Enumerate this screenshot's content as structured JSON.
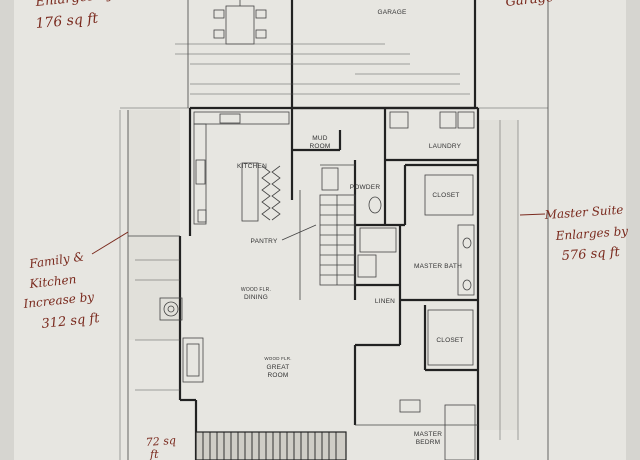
{
  "rooms": {
    "garage": "GARAGE",
    "mud_room_line1": "MUD",
    "mud_room_line2": "ROOM",
    "laundry": "LAUNDRY",
    "kitchen": "KITCHEN",
    "powder": "POWDER",
    "closet_upper": "CLOSET",
    "pantry": "PANTRY",
    "master_bath": "MASTER BATH",
    "dining_line1": "WOOD FLR.",
    "dining_line2": "DINING",
    "linen": "LINEN",
    "closet_lower": "CLOSET",
    "great_room_line1": "WOOD FLR.",
    "great_room_line2": "GREAT",
    "great_room_line3": "ROOM",
    "master_bedrm_line1": "MASTER",
    "master_bedrm_line2": "BEDRM"
  },
  "annotations": {
    "top_left_line1": "Enlarges by",
    "top_left_line2": "176 sq ft",
    "top_right": "Garage",
    "right_line1": "Master Suite",
    "right_line2": "Enlarges by",
    "right_line3": "576 sq ft",
    "left_line1": "Family &",
    "left_line2": "Kitchen",
    "left_line3": "Increase by",
    "left_line4": "312 sq ft",
    "bottom_left_line1": "72 sq",
    "bottom_left_line2": "ft"
  },
  "colors": {
    "paper": "#e6e5e0",
    "ink": "#222222",
    "handwriting": "#7a2a1e"
  }
}
